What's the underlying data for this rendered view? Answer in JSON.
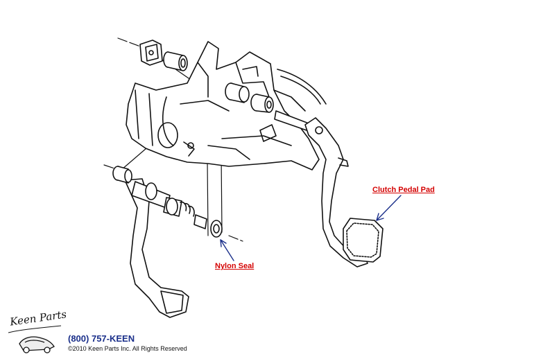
{
  "callouts": {
    "clutch_pedal_pad": "Clutch Pedal Pad",
    "nylon_seal": "Nylon Seal"
  },
  "branding": {
    "logo_text": "Keen Parts",
    "phone": "(800) 757-KEEN",
    "copyright": "©2010 Keen Parts Inc. All Rights Reserved"
  },
  "colors": {
    "callout": "#d40000",
    "arrow": "#1a2f8a",
    "phone": "#1a2f8a",
    "line": "#111111"
  }
}
